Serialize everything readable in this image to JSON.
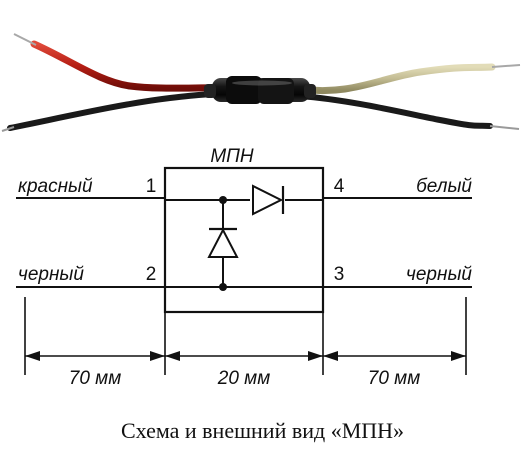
{
  "module": {
    "title": "МПН",
    "pins": {
      "p1": "1",
      "p2": "2",
      "p3": "3",
      "p4": "4"
    }
  },
  "wires": {
    "left_top": "красный",
    "left_bottom": "черный",
    "right_top": "белый",
    "right_bottom": "черный"
  },
  "dimensions": {
    "left": "70 мм",
    "middle": "20 мм",
    "right": "70 мм"
  },
  "caption": "Схема и внешний вид «МПН»",
  "colors": {
    "wire_red": "#b51e14",
    "wire_black": "#1a1a1a",
    "wire_white": "#c2bb92",
    "body": "#0f0f0f",
    "ink": "#111111"
  }
}
